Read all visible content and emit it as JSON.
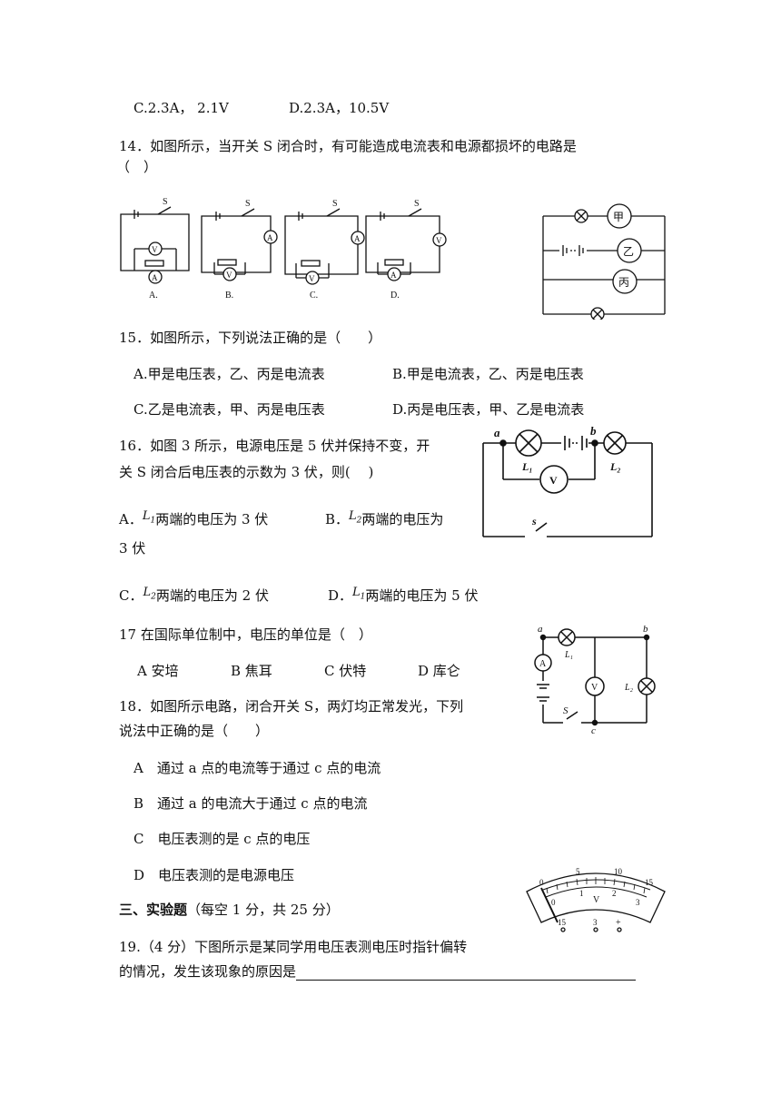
{
  "q13": {
    "c": "C.2.3A， 2.1V",
    "d": "D.2.3A，10.5V"
  },
  "q14": {
    "line1": "14．如图所示，当开关 S 闭合时，有可能造成电流表和电源都损坏的电路是",
    "line2": "（　）",
    "fig": {
      "s": "S",
      "v": "V",
      "a": "A",
      "labels": [
        "A.",
        "B.",
        "C.",
        "D."
      ]
    }
  },
  "q15": {
    "stem": "15．如图所示，下列说法正确的是（　　）",
    "a": "A.甲是电压表，乙、丙是电流表",
    "b": "B.甲是电流表，乙、丙是电压表",
    "c": "C.乙是电流表，甲、丙是电压表",
    "d": "D.丙是电压表，甲、乙是电流表",
    "fig": {
      "jia": "甲",
      "yi": "乙",
      "bing": "丙"
    }
  },
  "q16": {
    "line1": "16．如图 3 所示，电源电压是 5 伏并保持不变，开",
    "line2": "关 S 闭合后电压表的示数为 3 伏，则(　 )",
    "a_prefix": "A．",
    "a_text": "两端的电压为 3 伏",
    "b_prefix": "B．",
    "b_text": "两端的电压为",
    "b_cont": "3 伏",
    "c_prefix": "C．",
    "c_text": "两端的电压为 2 伏",
    "d_prefix": "D．",
    "d_text": "两端的电压为 5 伏",
    "l1": "L",
    "l2": "L",
    "sub1": "1",
    "sub2": "2",
    "fig": {
      "a": "a",
      "b": "b",
      "l1": "L₁",
      "l2": "L₂",
      "v": "V",
      "s": "s"
    }
  },
  "q17": {
    "stem": "17 在国际单位制中，电压的单位是（　）",
    "a": "A  安培",
    "b": "B  焦耳",
    "c": "C  伏特",
    "d": "D  库仑"
  },
  "q18": {
    "line1": "18．如图所示电路，闭合开关 S，两灯均正常发光，下列",
    "line2": "说法中正确的是（　　）",
    "a": "A　通过 a 点的电流等于通过 c 点的电流",
    "b": "B　通过 a 的电流大于通过 c 点的电流",
    "c": "C　电压表测的是 c 点的电压",
    "d": "D　电压表测的是电源电压",
    "fig": {
      "a": "a",
      "b": "b",
      "c": "c",
      "s": "S",
      "l1": "L₁",
      "l2": "L₂",
      "am": "A",
      "v": "V"
    }
  },
  "section3": {
    "title": "三、实验题",
    "note": "（每空 1 分，共 25 分）"
  },
  "q19": {
    "line1": "19.（4 分）下图所示是某同学用电压表测电压时指针偏转",
    "line2": "的情况，发生该现象的原因是",
    "meter": {
      "top": [
        "0",
        "5",
        "10",
        "15"
      ],
      "bottom": [
        "0",
        "1",
        "V",
        "2",
        "3"
      ],
      "terminals": [
        "15",
        "3",
        "+"
      ]
    }
  }
}
